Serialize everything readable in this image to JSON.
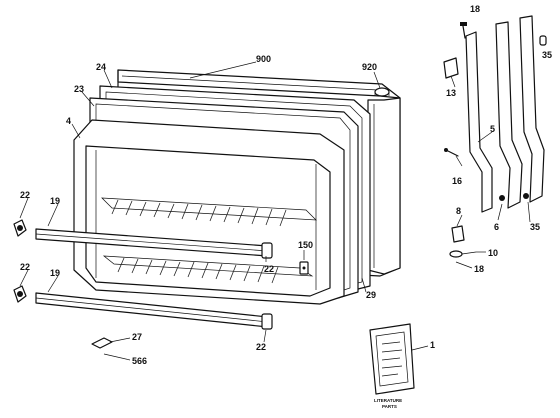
{
  "diagram": {
    "part_numbers": {
      "p900": "900",
      "p920": "920",
      "p24": "24",
      "p23": "23",
      "p4": "4",
      "p22a": "22",
      "p19a": "19",
      "p22b": "22",
      "p19b": "19",
      "p22c": "22",
      "p150": "150",
      "p22d": "22",
      "p27": "27",
      "p566": "566",
      "p29": "29",
      "p1": "1",
      "p18a": "18",
      "p35a": "35",
      "p13": "13",
      "p5": "5",
      "p16": "16",
      "p8": "8",
      "p6": "6",
      "p35b": "35",
      "p10": "10",
      "p18b": "18"
    },
    "literature_label_line1": "LITERATURE",
    "literature_label_line2": "PARTS"
  }
}
